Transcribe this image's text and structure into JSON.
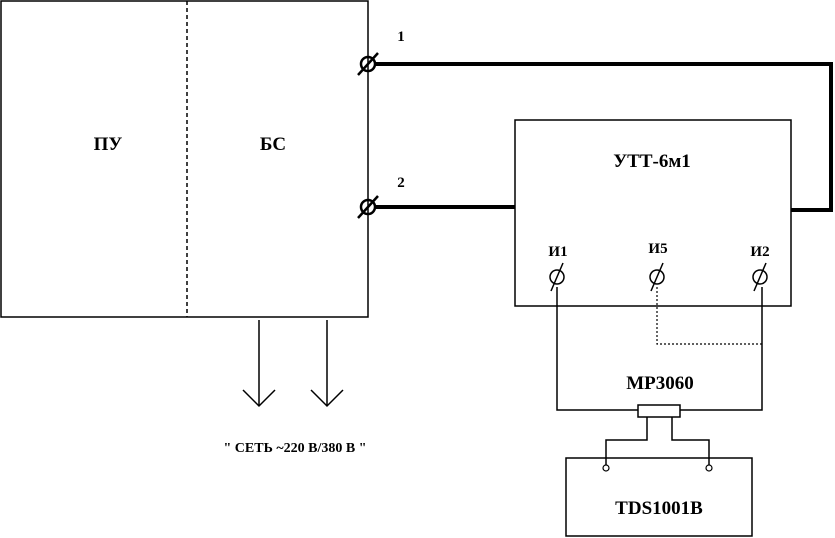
{
  "blocks": {
    "pu": "ПУ",
    "bs": "БС",
    "utt": "УТТ-6м1",
    "mp": "МР3060",
    "tds": "TDS1001B"
  },
  "terminals": {
    "t1": "1",
    "t2": "2",
    "i1": "И1",
    "i5": "И5",
    "i2": "И2"
  },
  "mains_label": "\" СЕТЬ ~220 В/380 В \""
}
